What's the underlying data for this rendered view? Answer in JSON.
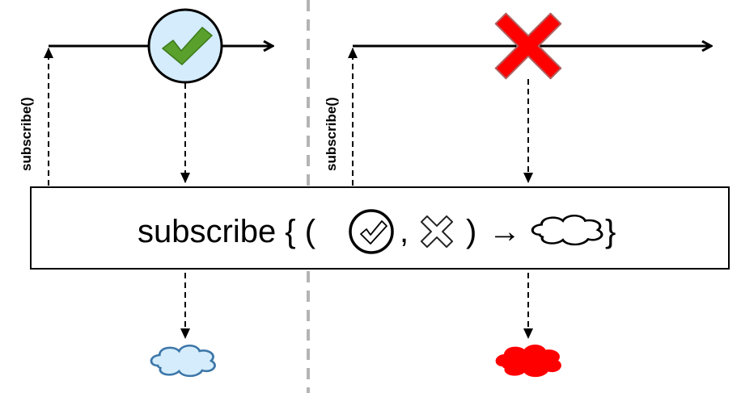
{
  "left_panel": {
    "subscribe_label": "subscribe()",
    "event": "success-checkmark",
    "result": "light-blue-cloud"
  },
  "right_panel": {
    "subscribe_label": "subscribe()",
    "event": "error-cross",
    "result": "red-cloud"
  },
  "operator": {
    "prefix": "subscribe { (",
    "comma": ",",
    "paren_close": ")",
    "arrow": "→",
    "suffix": "}"
  },
  "colors": {
    "success_fill": "#d4ecfb",
    "check_green": "#5aa02c",
    "cross_red": "#ff0000",
    "cloud_blue_fill": "#d4ecfb",
    "cloud_blue_stroke": "#3c76a8",
    "cloud_red": "#ff0000",
    "divider": "#b4b4b4"
  }
}
